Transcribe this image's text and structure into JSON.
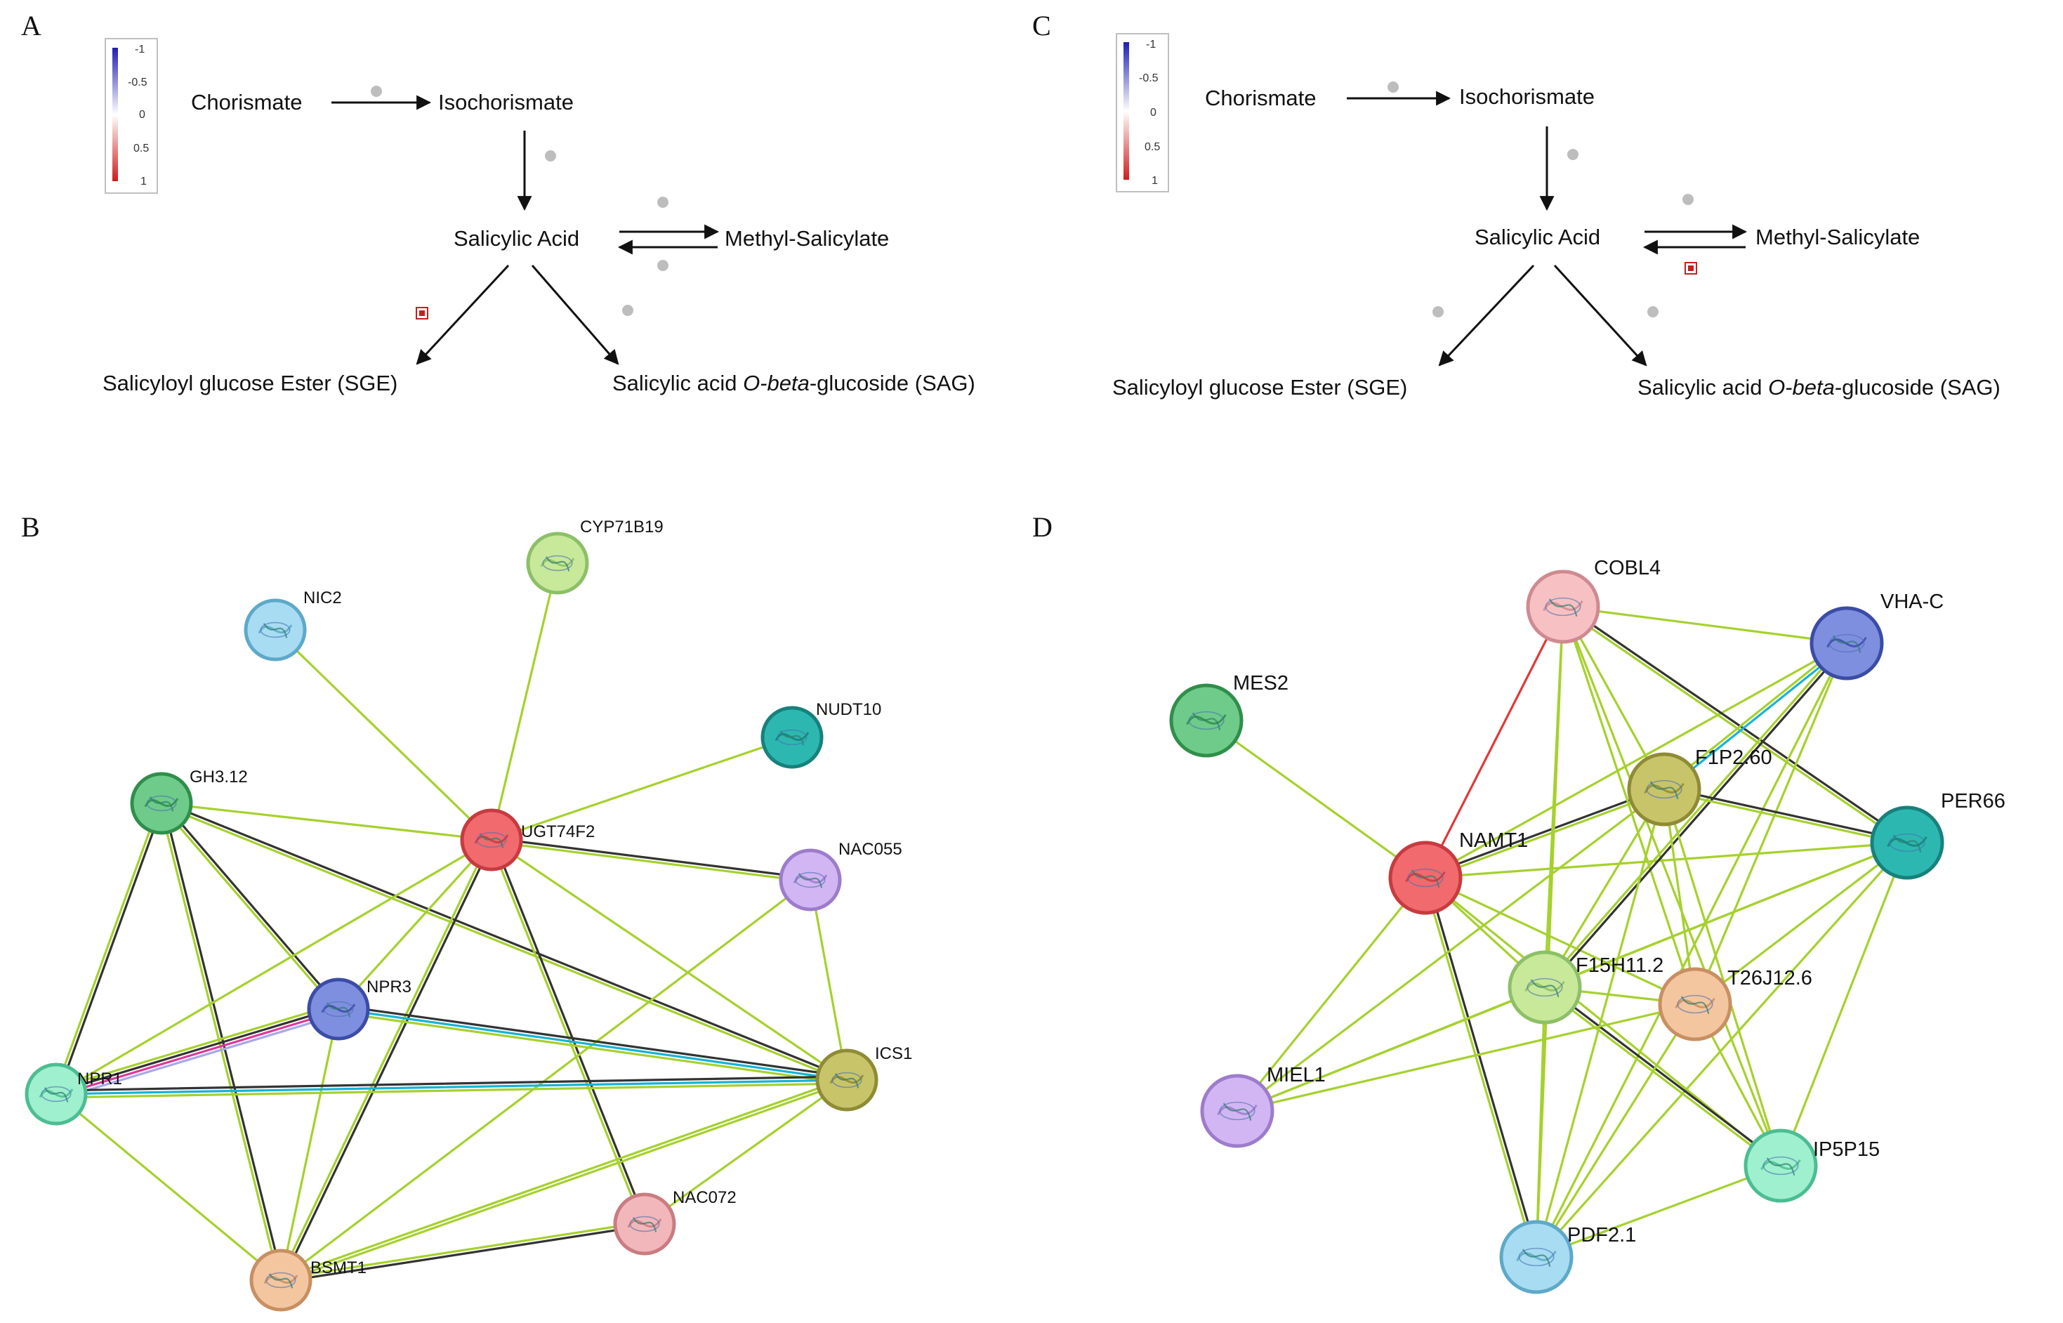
{
  "colors": {
    "scale_blue": "#1f1fb4",
    "scale_red": "#d01c1c",
    "edge_textmining": "#a5d12d",
    "edge_coexpression": "#333333",
    "edge_database": "#17b3d6",
    "edge_experimental": "#e0379a",
    "edge_homology": "#a8a8e8",
    "edge_red": "#e23838",
    "neutral_dot": "#bdbdbd",
    "highlight_square": "#c81e1e"
  },
  "panels": {
    "A": {
      "letter": "A",
      "legend": {
        "ticks": [
          "-1",
          "-0.5",
          "0",
          "0.5",
          "1"
        ]
      },
      "compounds": {
        "chorismate": "Chorismate",
        "isochorismate": "Isochorismate",
        "salicylic_acid": "Salicylic Acid",
        "methyl_salicylate": "Methyl-Salicylate",
        "sge": "Salicyloyl glucose Ester (SGE)",
        "sag_prefix": "Salicylic acid ",
        "sag_italic": "O-beta",
        "sag_suffix": "-glucoside (SAG)"
      }
    },
    "B": {
      "letter": "B",
      "nodes": [
        {
          "id": "CYP71B19",
          "label": "CYP71B19",
          "fill": "#c8e89a",
          "stroke": "#8cc067",
          "icon": "protein-structure-icon"
        },
        {
          "id": "NIC2",
          "label": "NIC2",
          "fill": "#a8dcf2",
          "stroke": "#5da9c9",
          "icon": "protein-structure-icon"
        },
        {
          "id": "NUDT10",
          "label": "NUDT10",
          "fill": "#2cb8b0",
          "stroke": "#17817c",
          "icon": "protein-structure-icon"
        },
        {
          "id": "GH3.12",
          "label": "GH3.12",
          "fill": "#6fcb8a",
          "stroke": "#2f8f4a",
          "icon": "protein-structure-icon"
        },
        {
          "id": "UGT74F2",
          "label": "UGT74F2",
          "fill": "#f06a6e",
          "stroke": "#c73b40",
          "icon": "protein-structure-icon"
        },
        {
          "id": "NAC055",
          "label": "NAC055",
          "fill": "#d2b6f3",
          "stroke": "#9c7ccb",
          "icon": "protein-structure-icon"
        },
        {
          "id": "NPR3",
          "label": "NPR3",
          "fill": "#7f8fe0",
          "stroke": "#3b4ca6",
          "icon": "protein-structure-icon"
        },
        {
          "id": "NPR1",
          "label": "NPR1",
          "fill": "#9ff0cf",
          "stroke": "#4cbd92",
          "icon": "protein-structure-icon"
        },
        {
          "id": "ICS1",
          "label": "ICS1",
          "fill": "#c8c46a",
          "stroke": "#8f8b35",
          "icon": "protein-structure-icon"
        },
        {
          "id": "NAC072",
          "label": "NAC072",
          "fill": "#f2b7ba",
          "stroke": "#c97c81",
          "icon": "protein-structure-icon"
        },
        {
          "id": "BSMT1",
          "label": "BSMT1",
          "fill": "#f3c6a0",
          "stroke": "#c88f62",
          "icon": "protein-structure-icon"
        }
      ],
      "edges": [
        {
          "from": "NIC2",
          "to": "UGT74F2",
          "types": [
            "textmining"
          ]
        },
        {
          "from": "CYP71B19",
          "to": "UGT74F2",
          "types": [
            "textmining"
          ]
        },
        {
          "from": "NUDT10",
          "to": "UGT74F2",
          "types": [
            "textmining"
          ]
        },
        {
          "from": "GH3.12",
          "to": "UGT74F2",
          "types": [
            "textmining"
          ]
        },
        {
          "from": "GH3.12",
          "to": "NPR3",
          "types": [
            "coexpression",
            "textmining"
          ]
        },
        {
          "from": "GH3.12",
          "to": "NPR1",
          "types": [
            "coexpression",
            "textmining"
          ]
        },
        {
          "from": "GH3.12",
          "to": "BSMT1",
          "types": [
            "coexpression",
            "textmining"
          ]
        },
        {
          "from": "GH3.12",
          "to": "ICS1",
          "types": [
            "coexpression",
            "textmining"
          ]
        },
        {
          "from": "UGT74F2",
          "to": "NAC055",
          "types": [
            "coexpression",
            "textmining"
          ]
        },
        {
          "from": "UGT74F2",
          "to": "NPR1",
          "types": [
            "textmining"
          ]
        },
        {
          "from": "UGT74F2",
          "to": "BSMT1",
          "types": [
            "coexpression",
            "textmining"
          ]
        },
        {
          "from": "UGT74F2",
          "to": "NAC072",
          "types": [
            "coexpression",
            "textmining"
          ]
        },
        {
          "from": "UGT74F2",
          "to": "ICS1",
          "types": [
            "textmining"
          ]
        },
        {
          "from": "UGT74F2",
          "to": "NPR3",
          "types": [
            "textmining"
          ]
        },
        {
          "from": "NAC055",
          "to": "ICS1",
          "types": [
            "textmining"
          ]
        },
        {
          "from": "NAC055",
          "to": "BSMT1",
          "types": [
            "textmining"
          ]
        },
        {
          "from": "NPR3",
          "to": "NPR1",
          "types": [
            "homology",
            "experimental",
            "coexpression",
            "textmining"
          ]
        },
        {
          "from": "NPR3",
          "to": "ICS1",
          "types": [
            "coexpression",
            "database",
            "textmining"
          ]
        },
        {
          "from": "NPR3",
          "to": "BSMT1",
          "types": [
            "textmining"
          ]
        },
        {
          "from": "NPR1",
          "to": "ICS1",
          "types": [
            "coexpression",
            "database",
            "textmining"
          ]
        },
        {
          "from": "NPR1",
          "to": "BSMT1",
          "types": [
            "textmining"
          ]
        },
        {
          "from": "ICS1",
          "to": "BSMT1",
          "types": [
            "textmining",
            "textmining"
          ]
        },
        {
          "from": "ICS1",
          "to": "NAC072",
          "types": [
            "textmining"
          ]
        },
        {
          "from": "NAC072",
          "to": "BSMT1",
          "types": [
            "coexpression",
            "textmining"
          ]
        }
      ]
    },
    "C": {
      "letter": "C",
      "legend": {
        "ticks": [
          "-1",
          "-0.5",
          "0",
          "0.5",
          "1"
        ]
      },
      "compounds": {
        "chorismate": "Chorismate",
        "isochorismate": "Isochorismate",
        "salicylic_acid": "Salicylic Acid",
        "methyl_salicylate": "Methyl-Salicylate",
        "sge": "Salicyloyl glucose Ester (SGE)",
        "sag_prefix": "Salicylic acid ",
        "sag_italic": "O-beta",
        "sag_suffix": "-glucoside (SAG)"
      }
    },
    "D": {
      "letter": "D",
      "nodes": [
        {
          "id": "COBL4",
          "label": "COBL4",
          "fill": "#f7c1c4",
          "stroke": "#cf8a8f",
          "icon": "protein-structure-icon"
        },
        {
          "id": "VHA-C",
          "label": "VHA-C",
          "fill": "#7f8fe0",
          "stroke": "#3b4ca6",
          "icon": "protein-structure-icon"
        },
        {
          "id": "MES2",
          "label": "MES2",
          "fill": "#6fcb8a",
          "stroke": "#2f8f4a",
          "icon": "protein-structure-icon"
        },
        {
          "id": "F1P2.60",
          "label": "F1P2.60",
          "fill": "#c8c46a",
          "stroke": "#8f8b35",
          "icon": "protein-structure-icon"
        },
        {
          "id": "PER66",
          "label": "PER66",
          "fill": "#2cb8b0",
          "stroke": "#17817c",
          "icon": "protein-structure-icon"
        },
        {
          "id": "NAMT1",
          "label": "NAMT1",
          "fill": "#f06a6e",
          "stroke": "#c73b40",
          "icon": "protein-structure-icon"
        },
        {
          "id": "F15H11.2",
          "label": "F15H11.2",
          "fill": "#c8e89a",
          "stroke": "#8cc067",
          "icon": "protein-structure-icon"
        },
        {
          "id": "T26J12.6",
          "label": "T26J12.6",
          "fill": "#f3c6a0",
          "stroke": "#c88f62",
          "icon": "protein-structure-icon"
        },
        {
          "id": "MIEL1",
          "label": "MIEL1",
          "fill": "#d2b6f3",
          "stroke": "#9c7ccb",
          "icon": "protein-structure-icon"
        },
        {
          "id": "IP5P15",
          "label": "IP5P15",
          "fill": "#9ff0cf",
          "stroke": "#4cbd92",
          "icon": "protein-structure-icon"
        },
        {
          "id": "PDF2.1",
          "label": "PDF2.1",
          "fill": "#a8dcf2",
          "stroke": "#5da9c9",
          "icon": "protein-structure-icon"
        }
      ],
      "edges": [
        {
          "from": "MES2",
          "to": "NAMT1",
          "types": [
            "textmining"
          ]
        },
        {
          "from": "NAMT1",
          "to": "COBL4",
          "types": [
            "red"
          ]
        },
        {
          "from": "NAMT1",
          "to": "F1P2.60",
          "types": [
            "coexpression",
            "textmining"
          ]
        },
        {
          "from": "NAMT1",
          "to": "VHA-C",
          "types": [
            "textmining"
          ]
        },
        {
          "from": "NAMT1",
          "to": "PER66",
          "types": [
            "textmining"
          ]
        },
        {
          "from": "NAMT1",
          "to": "F15H11.2",
          "types": [
            "textmining"
          ]
        },
        {
          "from": "NAMT1",
          "to": "T26J12.6",
          "types": [
            "textmining"
          ]
        },
        {
          "from": "NAMT1",
          "to": "IP5P15",
          "types": [
            "textmining"
          ]
        },
        {
          "from": "NAMT1",
          "to": "PDF2.1",
          "types": [
            "coexpression",
            "textmining"
          ]
        },
        {
          "from": "NAMT1",
          "to": "MIEL1",
          "types": [
            "textmining"
          ]
        },
        {
          "from": "COBL4",
          "to": "VHA-C",
          "types": [
            "textmining"
          ]
        },
        {
          "from": "COBL4",
          "to": "PER66",
          "types": [
            "coexpression",
            "textmining"
          ]
        },
        {
          "from": "COBL4",
          "to": "F15H11.2",
          "types": [
            "textmining"
          ]
        },
        {
          "from": "COBL4",
          "to": "T26J12.6",
          "types": [
            "textmining"
          ]
        },
        {
          "from": "COBL4",
          "to": "IP5P15",
          "types": [
            "textmining"
          ]
        },
        {
          "from": "COBL4",
          "to": "F1P2.60",
          "types": [
            "textmining"
          ]
        },
        {
          "from": "COBL4",
          "to": "PDF2.1",
          "types": [
            "textmining"
          ]
        },
        {
          "from": "VHA-C",
          "to": "F1P2.60",
          "types": [
            "database",
            "textmining"
          ]
        },
        {
          "from": "VHA-C",
          "to": "F15H11.2",
          "types": [
            "coexpression",
            "textmining"
          ]
        },
        {
          "from": "VHA-C",
          "to": "T26J12.6",
          "types": [
            "textmining"
          ]
        },
        {
          "from": "VHA-C",
          "to": "PDF2.1",
          "types": [
            "textmining"
          ]
        },
        {
          "from": "F1P2.60",
          "to": "PER66",
          "types": [
            "coexpression",
            "textmining"
          ]
        },
        {
          "from": "F1P2.60",
          "to": "F15H11.2",
          "types": [
            "textmining"
          ]
        },
        {
          "from": "F1P2.60",
          "to": "T26J12.6",
          "types": [
            "textmining"
          ]
        },
        {
          "from": "F1P2.60",
          "to": "IP5P15",
          "types": [
            "textmining"
          ]
        },
        {
          "from": "F1P2.60",
          "to": "PDF2.1",
          "types": [
            "textmining"
          ]
        },
        {
          "from": "F1P2.60",
          "to": "MIEL1",
          "types": [
            "textmining"
          ]
        },
        {
          "from": "PER66",
          "to": "F15H11.2",
          "types": [
            "textmining"
          ]
        },
        {
          "from": "PER66",
          "to": "T26J12.6",
          "types": [
            "textmining"
          ]
        },
        {
          "from": "PER66",
          "to": "IP5P15",
          "types": [
            "textmining"
          ]
        },
        {
          "from": "PER66",
          "to": "PDF2.1",
          "types": [
            "textmining"
          ]
        },
        {
          "from": "PER66",
          "to": "MIEL1",
          "types": [
            "textmining"
          ]
        },
        {
          "from": "F15H11.2",
          "to": "T26J12.6",
          "types": [
            "textmining"
          ]
        },
        {
          "from": "F15H11.2",
          "to": "IP5P15",
          "types": [
            "coexpression",
            "textmining"
          ]
        },
        {
          "from": "F15H11.2",
          "to": "PDF2.1",
          "types": [
            "textmining"
          ]
        },
        {
          "from": "F15H11.2",
          "to": "MIEL1",
          "types": [
            "textmining"
          ]
        },
        {
          "from": "T26J12.6",
          "to": "PDF2.1",
          "types": [
            "textmining"
          ]
        },
        {
          "from": "T26J12.6",
          "to": "IP5P15",
          "types": [
            "textmining"
          ]
        },
        {
          "from": "T26J12.6",
          "to": "MIEL1",
          "types": [
            "textmining"
          ]
        },
        {
          "from": "IP5P15",
          "to": "PDF2.1",
          "types": [
            "textmining"
          ]
        }
      ]
    }
  }
}
